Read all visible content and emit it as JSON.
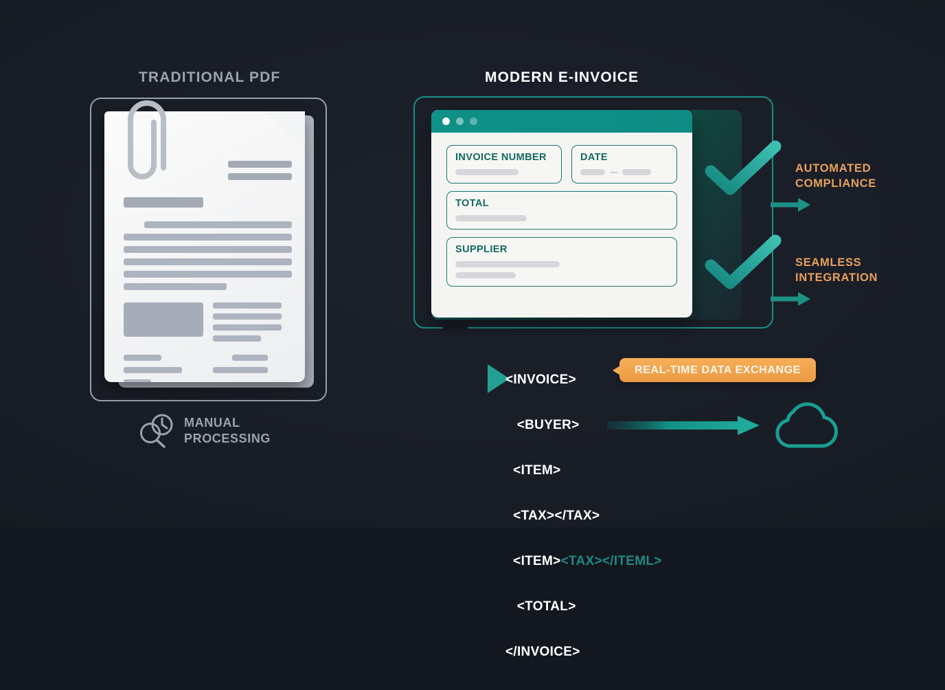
{
  "background_color": "#181c25",
  "accent_teal": "#0f9187",
  "accent_orange": "#e8a25c",
  "left_panel": {
    "title": "TRADITIONAL PDF",
    "document_icon": "paperclip-icon",
    "footer_icon": "magnifier-clock-icon",
    "footer_label_line1": "MANUAL",
    "footer_label_line2": "PROCESSING"
  },
  "right_panel": {
    "title": "MODERN E-INVOICE",
    "window": {
      "dots": [
        "window-dot-1",
        "window-dot-2",
        "window-dot-3"
      ],
      "fields": [
        {
          "label": "INVOICE NUMBER",
          "value": "",
          "placeholder_bars": 1
        },
        {
          "label": "DATE",
          "value": "",
          "placeholder_bars": 2
        },
        {
          "label": "TOTAL",
          "value": "",
          "placeholder_bars": 1
        },
        {
          "label": "SUPPLIER",
          "value": "",
          "placeholder_bars": 2
        }
      ]
    },
    "benefits": [
      {
        "icon": "check-icon",
        "line1": "AUTOMATED",
        "line2": "COMPLIANCE"
      },
      {
        "icon": "check-icon",
        "line1": "SEAMLESS",
        "line2": "INTEGRATION"
      }
    ],
    "xml": {
      "lines": [
        {
          "text": "<INVOICE>",
          "indent": 0,
          "highlight": ""
        },
        {
          "text": "<BUYER>",
          "indent": 1,
          "highlight": ""
        },
        {
          "text": "<ITEM>",
          "indent": 1,
          "highlight": ""
        },
        {
          "text": "<TAX></TAX>",
          "indent": 1,
          "highlight": ""
        },
        {
          "text": "<ITEM>",
          "indent": 1,
          "highlight": "<TAX></ITEML>"
        },
        {
          "text": "<TOTAL>",
          "indent": 1,
          "highlight": ""
        },
        {
          "text": "</INVOICE>",
          "indent": 0,
          "highlight": ""
        }
      ]
    },
    "badge_label": "REAL-TIME DATA EXCHANGE",
    "cloud_icon": "cloud-icon",
    "flow_arrows": [
      "elbow-arrow-to-xml",
      "arrow-to-cloud",
      "arrow-benefit-1",
      "arrow-benefit-2"
    ]
  }
}
